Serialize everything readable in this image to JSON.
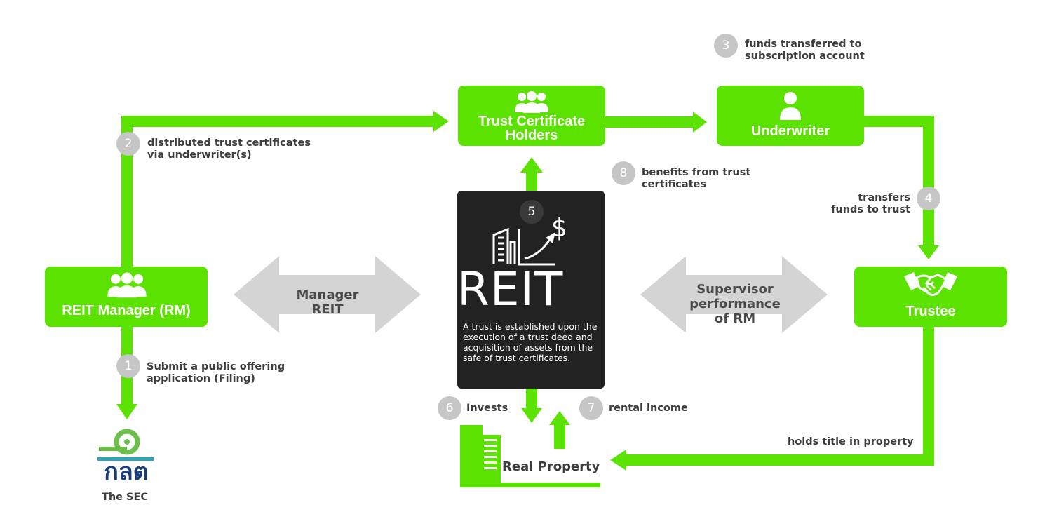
{
  "colors": {
    "green": "#5ce200",
    "grey_arrow": "#d4d4d4",
    "badge": "#c6c6c6",
    "reit_bg": "#222222",
    "text": "#3d3d3d",
    "sec_green": "#6cc04a",
    "sec_blue": "#1b3c7a"
  },
  "nodes": {
    "rm": {
      "label": "REIT Manager (RM)",
      "icon": "group-icon"
    },
    "holders": {
      "label_line1": "Trust Certificate",
      "label_line2": "Holders",
      "icon": "group-icon"
    },
    "underwriter": {
      "label": "Underwriter",
      "icon": "person-icon"
    },
    "trustee": {
      "label": "Trustee",
      "icon": "handshake-icon"
    },
    "reit": {
      "number": "5",
      "title": "REIT",
      "description": "A trust is established upon the execution of a trust deed and acquisition of assets from the safe of trust certificates.",
      "icon": "building-growth-dollar-icon"
    },
    "real_property": {
      "label": "Real Property",
      "icon": "building-icon"
    },
    "sec": {
      "logo_text": "กลต",
      "label": "The SEC"
    }
  },
  "steps": [
    {
      "number": "1",
      "line1": "Submit a public offering",
      "line2": "application (Filing)"
    },
    {
      "number": "2",
      "line1": "distributed trust certificates",
      "line2": "via underwriter(s)"
    },
    {
      "number": "3",
      "line1": "funds transferred to",
      "line2": "subscription account"
    },
    {
      "number": "4",
      "line1": "transfers",
      "line2": "funds to trust"
    },
    {
      "number": "6",
      "line1": "Invests"
    },
    {
      "number": "7",
      "line1": "rental income"
    },
    {
      "number": "8",
      "line1": "benefits from trust",
      "line2": "certificates"
    }
  ],
  "relations": {
    "manager": "Manager REIT",
    "supervisor_line1": "Supervisor performance",
    "supervisor_line2": "of RM",
    "holds_title": "holds title in property"
  }
}
